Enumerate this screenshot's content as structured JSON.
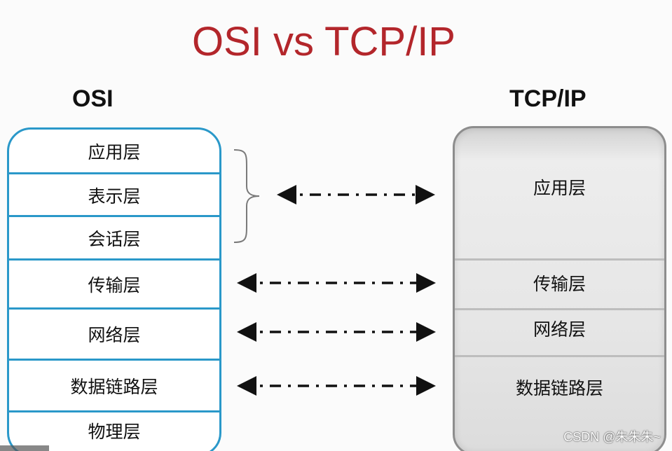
{
  "title": "OSI vs TCP/IP",
  "osi": {
    "heading": "OSI",
    "layers": [
      "应用层",
      "表示层",
      "会话层",
      "传输层",
      "网络层",
      "数据链路层",
      "物理层"
    ]
  },
  "tcpip": {
    "heading": "TCP/IP",
    "layers": [
      "应用层",
      "传输层",
      "网络层",
      "数据链路层"
    ]
  },
  "watermark": "CSDN @朱朱朱~",
  "colors": {
    "title": "#b3262b",
    "osi_border": "#2a98c9",
    "tcp_border": "#8d8d8d",
    "arrow": "#111111"
  },
  "icons": [
    "curly-brace-icon",
    "double-arrow-icon"
  ]
}
